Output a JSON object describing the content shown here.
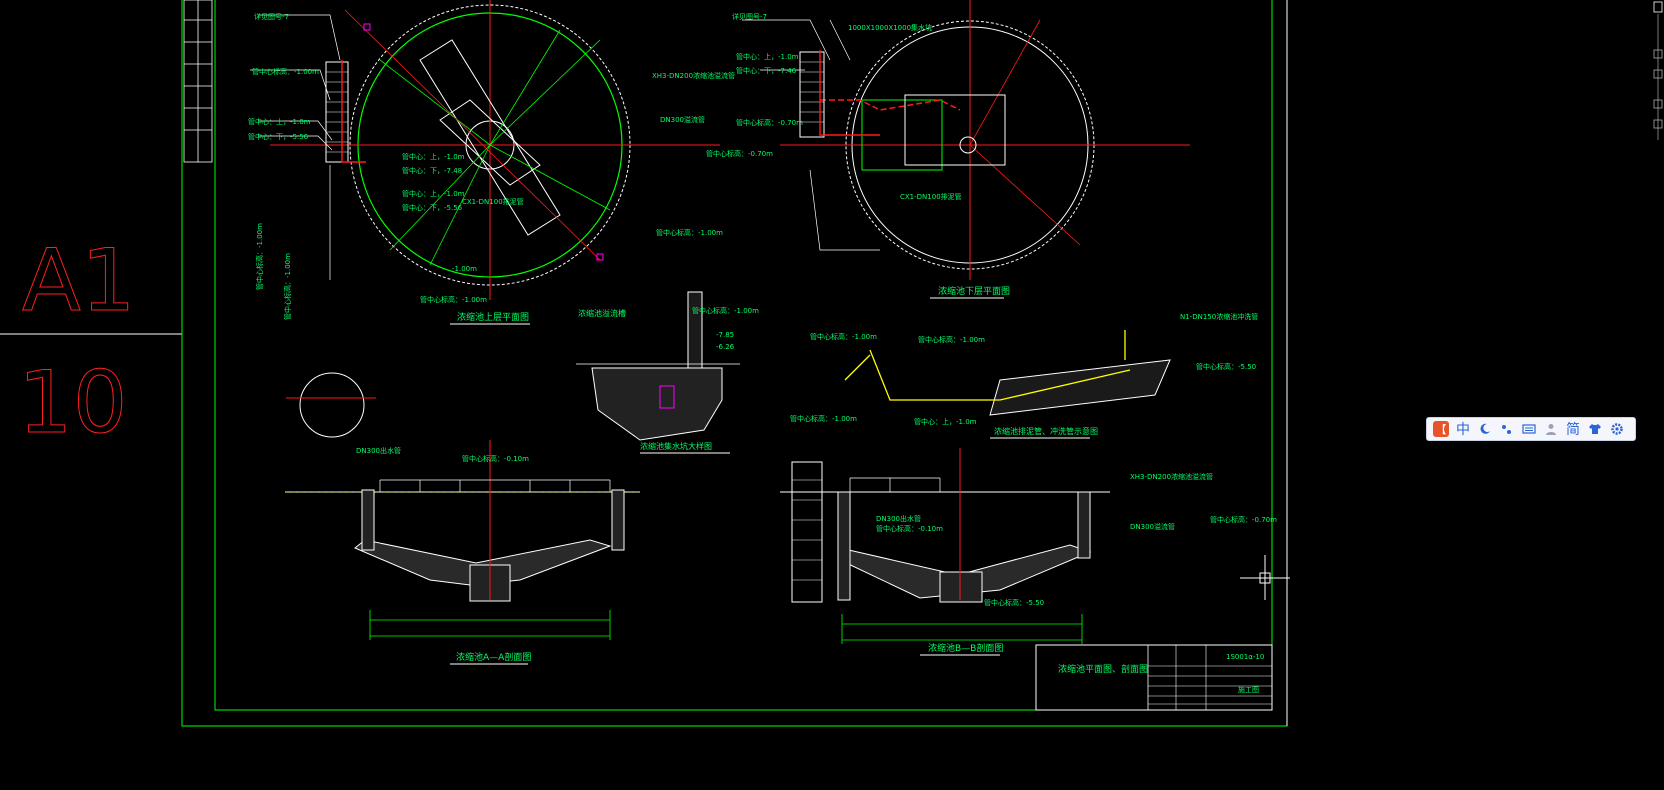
{
  "sheet": {
    "size_label": "A1",
    "number_label": "10",
    "drawing_no": "1S001α-10",
    "title": "浓缩池平面图、剖面图",
    "phase": "施工图"
  },
  "views": {
    "upper_plan": "浓缩池上层平面图",
    "lower_plan": "浓缩池下层平面图",
    "section_aa": "浓缩池A—A剖面图",
    "section_bb": "浓缩池B—B剖面图",
    "sump_detail": "浓缩池集水坑大样图",
    "overflow_title": "浓缩池溢流槽",
    "pipe_detail": "浓缩池排泥管、冲洗管示意图"
  },
  "annotations": {
    "a1": "管中心标高：-1.00m",
    "a2": "管中心：上，-1.0m",
    "a3": "管中心：下，-7.48",
    "a4": "管中心：上，-1.0m",
    "a5": "管中心：下，-5.56",
    "a6": "CX1-DN100排泥管",
    "a7": "XH3-DN200浓缩池溢流管",
    "a8": "DN300溢流管",
    "a9": "管中心标高：-0.70m",
    "a10": "N1-DN150浓缩池冲洗管",
    "a11": "管中心标高：-5.50",
    "a12": "管中心标高：-0.10m",
    "a13": "DN300出水管",
    "a14": "-7.85",
    "a15": "-6.26",
    "a16": "1000X1000X1000集水坑",
    "a17": "详见图号-7",
    "a18": "管中心标高：-1.00m",
    "a19": "管中心：上，-1.0m",
    "a20": "管中心：下，-7.46",
    "a21": "CX1-DN100排泥管",
    "a22": "管中心标高：-1.00m",
    "a23": "管中心标高：-0.70m",
    "a24": "管中心标高：-5.50",
    "a25": "管中心标高：-1.00m",
    "a26": "-1.00m"
  },
  "colors": {
    "border": "#00ff00",
    "center_line": "#ff1a1a",
    "text_main": "#00ff66",
    "yellow": "#ffff00",
    "white": "#ffffff",
    "magenta": "#ff00ff",
    "ime_accent": "#2c64d8"
  },
  "ime_toolbar": {
    "logo_label": "【",
    "lang_label": "中",
    "moon_icon": "moon-icon",
    "punct_icon": "punctuation-icon",
    "keyboard_icon": "keyboard-icon",
    "user_icon": "user-icon",
    "simp_label": "简",
    "skin_icon": "shirt-icon",
    "gear_icon": "gear-icon"
  }
}
